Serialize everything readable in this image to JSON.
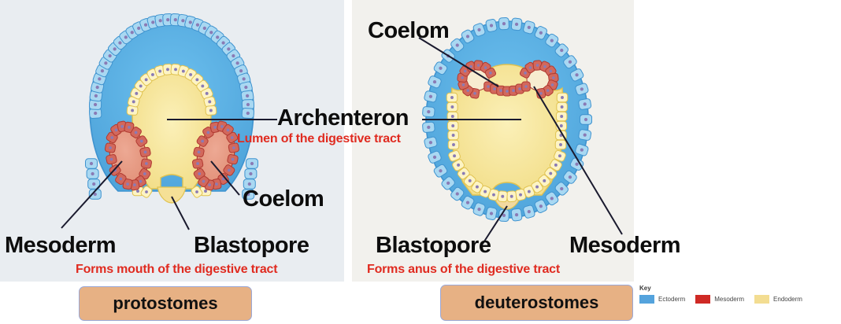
{
  "panels": {
    "left": {
      "background": "#e9edf1",
      "term": "protostomes",
      "labels": {
        "mesoderm": "Mesoderm",
        "blastopore": "Blastopore",
        "coelom": "Coelom",
        "note_red": "Forms mouth of the digestive tract"
      }
    },
    "right": {
      "background": "#f2f1ed",
      "term": "deuterostomes",
      "labels": {
        "coelom": "Coelom",
        "blastopore": "Blastopore",
        "mesoderm": "Mesoderm",
        "note_red": "Forms anus of the digestive tract"
      }
    }
  },
  "shared": {
    "archenteron": "Archenteron",
    "archenteron_note": "Lumen of the digestive tract"
  },
  "key": {
    "title": "Key",
    "items": [
      {
        "label": "Ectoderm",
        "color": "#54a3dd"
      },
      {
        "label": "Mesoderm",
        "color": "#cf2a25"
      },
      {
        "label": "Endoderm",
        "color": "#f3dd92"
      }
    ]
  },
  "colors": {
    "ectoderm_fill": "#59aee2",
    "ectoderm_cell": "#a9d8f2",
    "ectoderm_stroke": "#3f93cf",
    "endoderm_fill": "#f5e8a8",
    "endoderm_cell": "#fdf4c4",
    "endoderm_stroke": "#e0c24f",
    "mesoderm_cell": "#d2685c",
    "mesoderm_stroke": "#b03a30",
    "coelom_fill": "#e79a84",
    "nucleus": "#8a7bb5",
    "leader_line": "#1a1a2e",
    "red_text": "#e02b20",
    "term_box_fill": "#e7b184",
    "term_box_border": "#9aa8d8"
  }
}
